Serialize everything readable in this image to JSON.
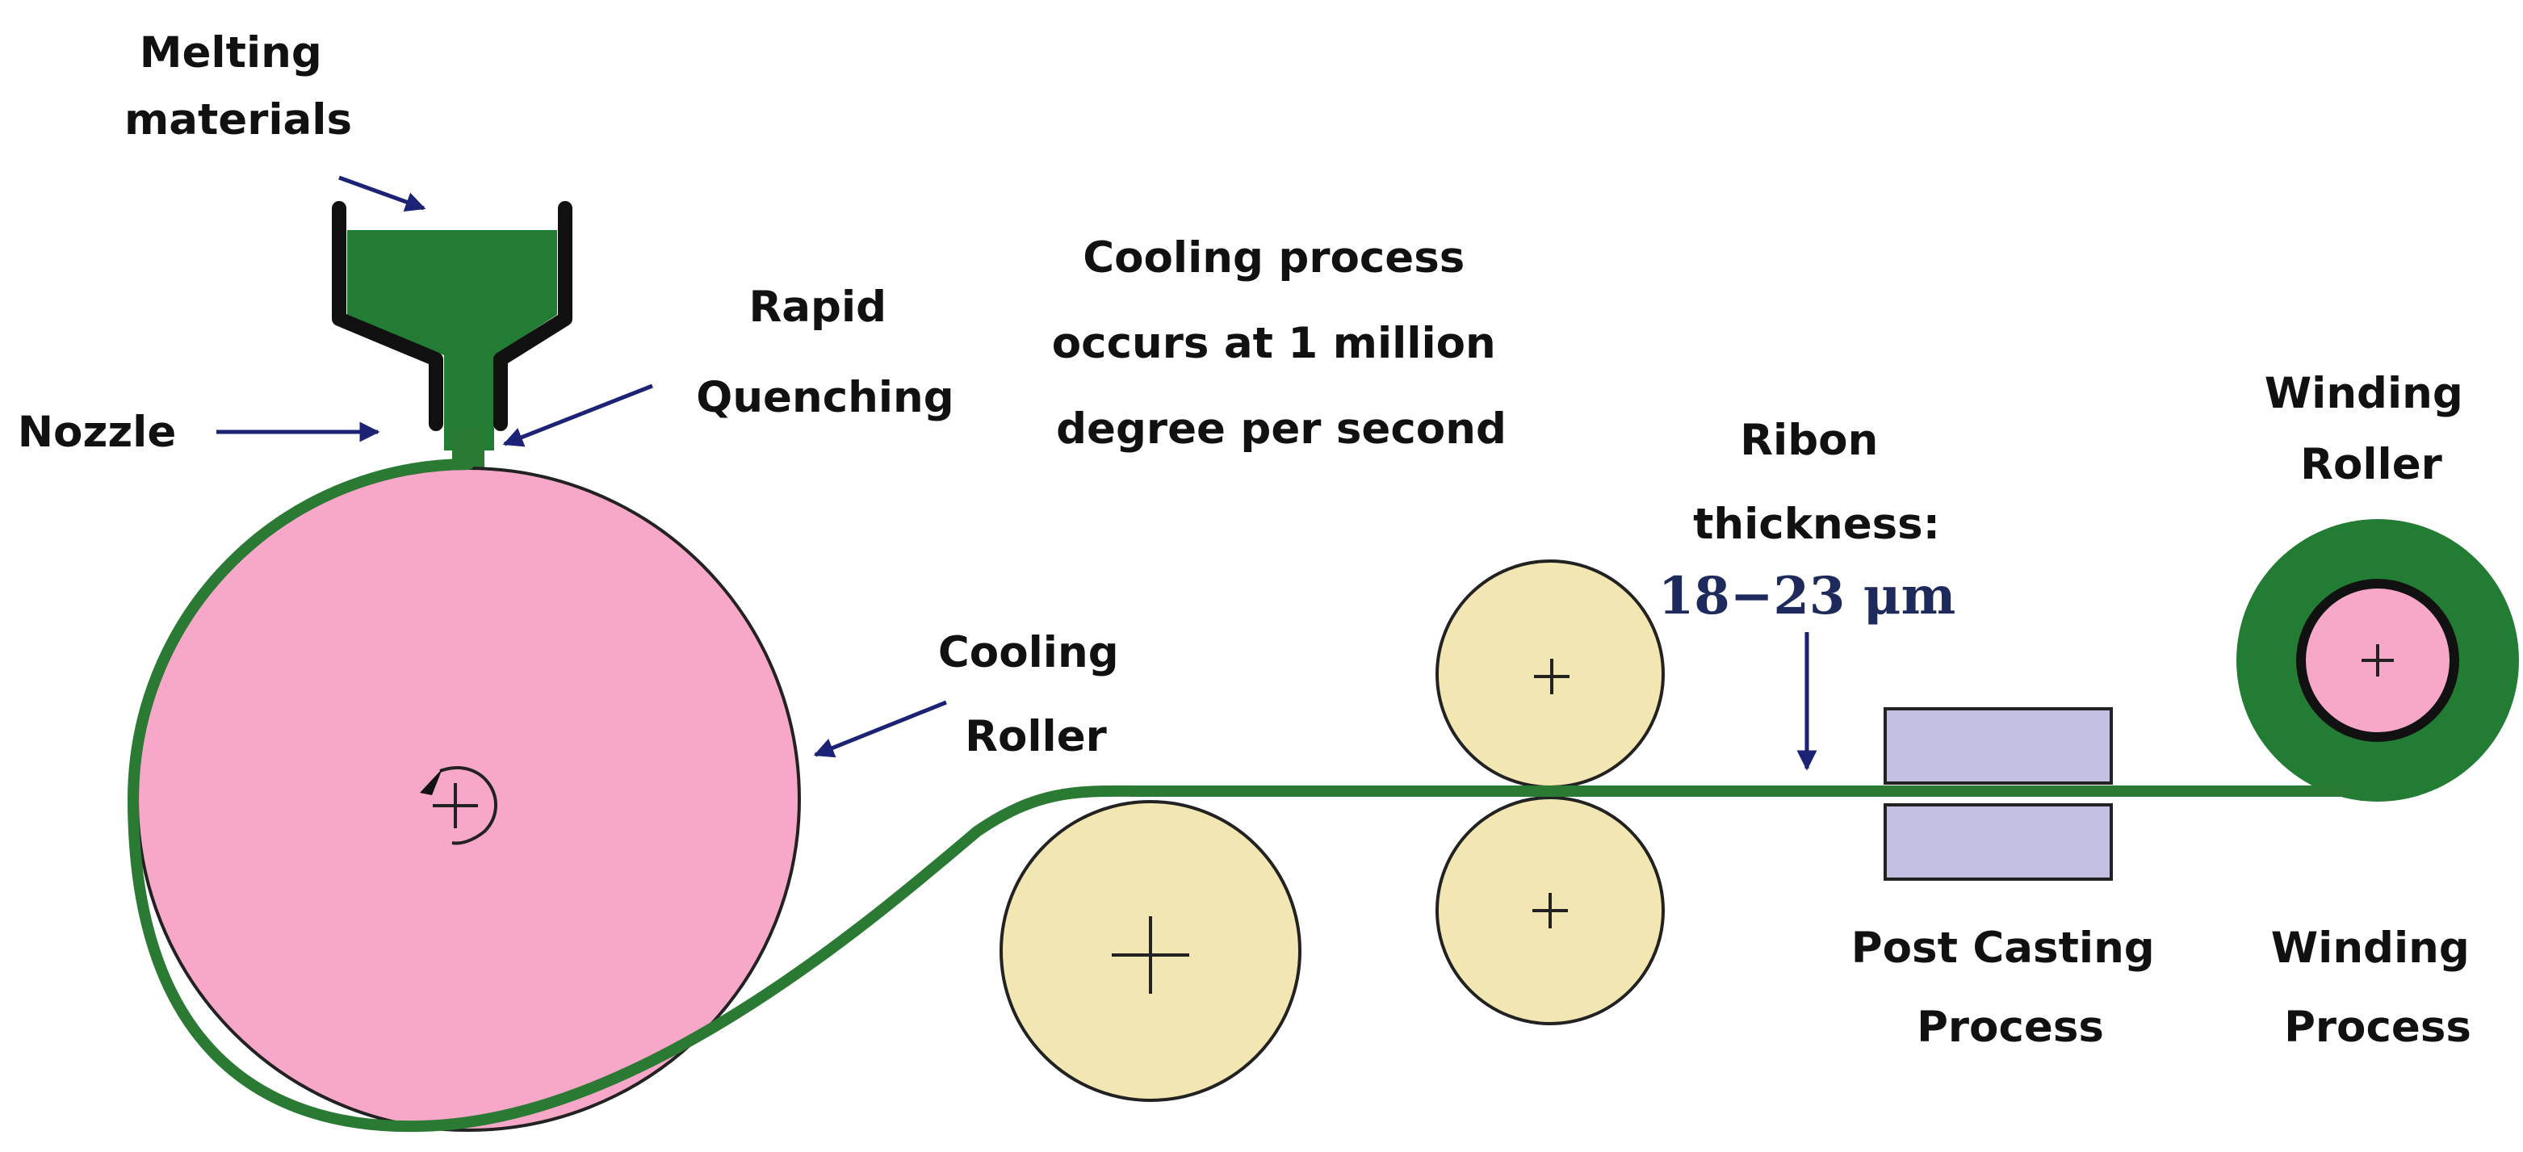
{
  "labels": {
    "melting_line1": "Melting",
    "melting_line2": "materials",
    "nozzle": "Nozzle",
    "rapid_line1": "Rapid",
    "rapid_line2": "Quenching",
    "cooling_process_line1": "Cooling process",
    "cooling_process_line2": "occurs at 1 million",
    "cooling_process_line3": "degree per second",
    "ribon_line1": "Ribon",
    "ribon_line2": "thickness:",
    "thickness_value": "18−23 μm",
    "cooling_roller_line1": "Cooling",
    "cooling_roller_line2": "Roller",
    "winding_roller_line1": "Winding",
    "winding_roller_line2": "Roller",
    "post_casting_line1": "Post Casting",
    "post_casting_line2": "Process",
    "winding_process_line1": "Winding",
    "winding_process_line2": "Process"
  },
  "colors": {
    "ribbon": "#2a7a34",
    "melt": "#237c33",
    "cooling_roller": "#f7a8c8",
    "guide_roller": "#f2e6b3",
    "post_casting": "#c4c0e4",
    "arrow": "#1c2376",
    "outline": "#222222"
  },
  "icons": [
    "arrow-icon",
    "rotation-arrow-icon",
    "center-cross-icon"
  ]
}
